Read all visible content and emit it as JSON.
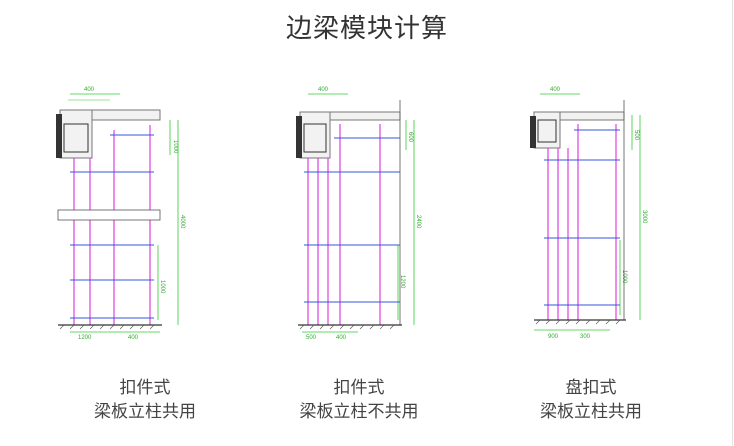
{
  "title": "边梁模块计算",
  "colors": {
    "magenta": "#e040e0",
    "blue": "#3355dd",
    "green": "#33cc33",
    "slab": "#777777"
  },
  "panels": [
    {
      "caption_line1": "扣件式",
      "caption_line2": "梁板立柱共用",
      "dims": [
        "400",
        "1000",
        "4000",
        "1000",
        "1200",
        "400"
      ]
    },
    {
      "caption_line1": "扣件式",
      "caption_line2": "梁板立柱不共用",
      "dims": [
        "400",
        "600",
        "2400",
        "1200",
        "500",
        "400"
      ]
    },
    {
      "caption_line1": "盘扣式",
      "caption_line2": "梁板立柱共用",
      "dims": [
        "400",
        "500",
        "3000",
        "1000",
        "900",
        "300"
      ]
    }
  ]
}
